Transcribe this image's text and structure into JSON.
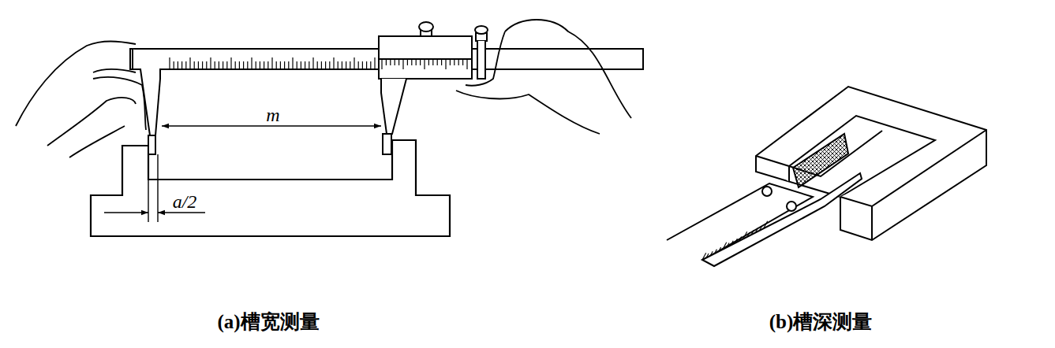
{
  "diagram": {
    "labels": [
      "m",
      "a/2",
      "(a)槽宽测量",
      "(b)槽深测量"
    ]
  }
}
